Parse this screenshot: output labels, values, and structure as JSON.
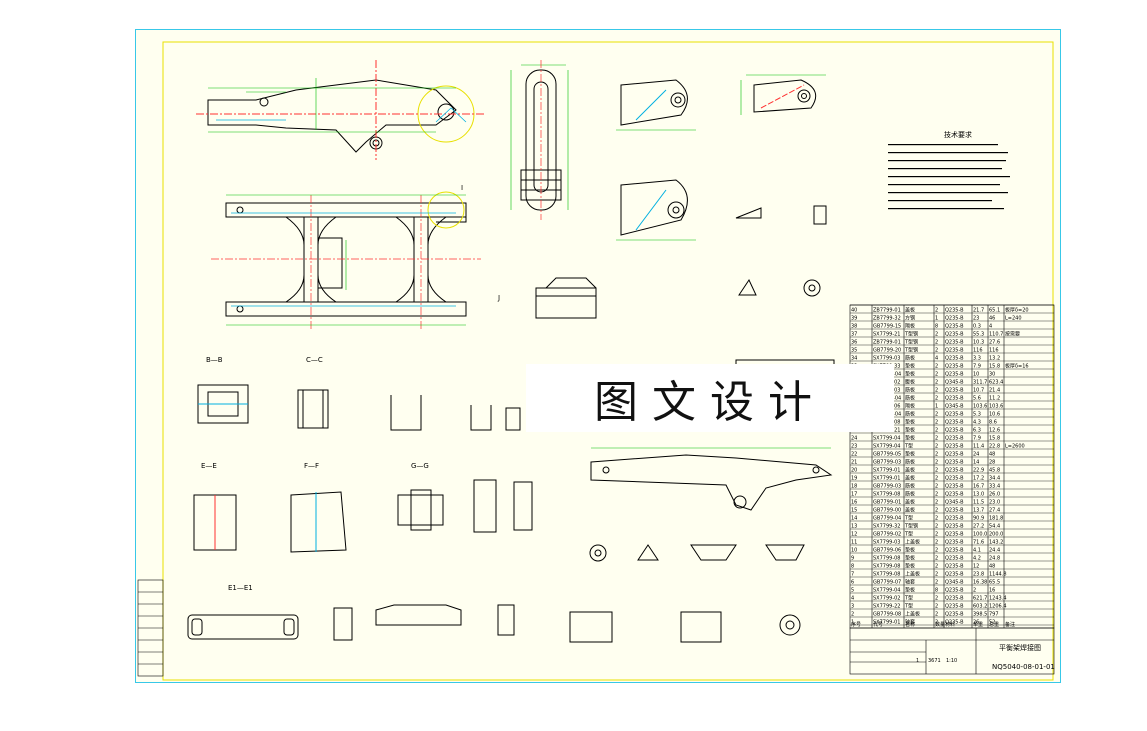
{
  "watermark": "图文设计",
  "drawing_number": "NQ5040-08-01-01",
  "title_block": {
    "assembly_name": "平衡架焊接图",
    "quantity": "1",
    "scale": "1:10",
    "weight": "3671"
  },
  "section_labels": {
    "bb": "B—B",
    "cc": "C—C",
    "ee": "E—E",
    "ff": "F—F",
    "gg": "G—G",
    "e1e1": "E1—E1",
    "jj": "J",
    "ii": "I"
  },
  "notes_title": "技术要求",
  "bom_header": [
    "序号",
    "代号",
    "名称",
    "数量",
    "材料",
    "单重",
    "总重",
    "备注"
  ],
  "bom_rows": [
    [
      "40",
      "ZB7799-01",
      "盖板",
      "2",
      "Q235-B",
      "21.7",
      "65.1",
      "板厚δ=20"
    ],
    [
      "39",
      "ZB7799-32",
      "方钢",
      "1",
      "Q235-B",
      "23",
      "46",
      "L=240"
    ],
    [
      "38",
      "GB7799-15",
      "隔板",
      "8",
      "Q235-B",
      "0.3",
      "4",
      ""
    ],
    [
      "37",
      "SX7799-21",
      "T型钢",
      "2",
      "Q235-B",
      "55.3",
      "110.7",
      "按需要"
    ],
    [
      "36",
      "ZB7799-01",
      "T型钢",
      "2",
      "Q235-B",
      "10.3",
      "27.6",
      ""
    ],
    [
      "35",
      "GB7799-20",
      "T型钢",
      "2",
      "Q235-B",
      "116",
      "116",
      ""
    ],
    [
      "34",
      "SX7799-03",
      "筋板",
      "4",
      "Q235-B",
      "3.3",
      "13.2",
      ""
    ],
    [
      "33",
      "SX7799-33",
      "垫板",
      "2",
      "Q235-B",
      "7.9",
      "15.8",
      "板厚δ=16"
    ],
    [
      "32",
      "GB7799-04",
      "垫板",
      "2",
      "Q235-B",
      "10",
      "30",
      ""
    ],
    [
      "31",
      "SX7799-02",
      "腹板",
      "2",
      "Q345-B",
      "311.7",
      "623.4",
      ""
    ],
    [
      "30",
      "SX7799-03",
      "筋板",
      "2",
      "Q235-B",
      "10.7",
      "21.4",
      ""
    ],
    [
      "29",
      "GB7799-04",
      "筋板",
      "2",
      "Q235-B",
      "5.6",
      "11.2",
      ""
    ],
    [
      "28",
      "SX7799-06",
      "隔板",
      "1",
      "Q345-B",
      "103.6",
      "103.6",
      ""
    ],
    [
      "27",
      "GB7799-04",
      "筋板",
      "2",
      "Q235-B",
      "5.3",
      "10.6",
      ""
    ],
    [
      "26",
      "SX7799-08",
      "垫板",
      "2",
      "Q235-B",
      "4.3",
      "8.6",
      ""
    ],
    [
      "25",
      "SX7799-21",
      "垫板",
      "2",
      "Q235-B",
      "6.3",
      "12.6",
      ""
    ],
    [
      "24",
      "SX7799-04",
      "垫板",
      "2",
      "Q235-B",
      "7.9",
      "15.8",
      ""
    ],
    [
      "23",
      "SX7799-04",
      "T型",
      "2",
      "Q235-B",
      "11.4",
      "22.8",
      "L=2600"
    ],
    [
      "22",
      "GB7799-05",
      "垫板",
      "2",
      "Q235-B",
      "24",
      "48",
      ""
    ],
    [
      "21",
      "GB7799-03",
      "筋板",
      "2",
      "Q235-B",
      "14",
      "28",
      ""
    ],
    [
      "20",
      "SX7799-01",
      "盖板",
      "2",
      "Q235-B",
      "22.9",
      "45.8",
      ""
    ],
    [
      "19",
      "SX7799-01",
      "盖板",
      "2",
      "Q235-B",
      "17.2",
      "34.4",
      ""
    ],
    [
      "18",
      "GB7799-03",
      "筋板",
      "2",
      "Q235-B",
      "16.7",
      "33.4",
      ""
    ],
    [
      "17",
      "SX7799-08",
      "筋板",
      "2",
      "Q235-B",
      "13.0",
      "26.0",
      ""
    ],
    [
      "16",
      "GB7799-01",
      "盖板",
      "2",
      "Q345-B",
      "11.5",
      "23.0",
      ""
    ],
    [
      "15",
      "GB7799-00",
      "盖板",
      "2",
      "Q235-B",
      "13.7",
      "27.4",
      ""
    ],
    [
      "14",
      "GB7799-04",
      "T型",
      "2",
      "Q235-B",
      "90.9",
      "181.8",
      ""
    ],
    [
      "13",
      "SX7799-32",
      "T型钢",
      "2",
      "Q235-B",
      "27.2",
      "54.4",
      ""
    ],
    [
      "12",
      "GB7799-02",
      "T型",
      "2",
      "Q235-B",
      "100.0",
      "200.0",
      ""
    ],
    [
      "11",
      "SX7799-03",
      "上盖板",
      "2",
      "Q235-B",
      "71.6",
      "143.2",
      ""
    ],
    [
      "10",
      "GB7799-06",
      "垫板",
      "2",
      "Q235-B",
      "4.1",
      "24.4",
      ""
    ],
    [
      "9",
      "SX7799-08",
      "垫板",
      "2",
      "Q235-B",
      "4.2",
      "24.8",
      ""
    ],
    [
      "8",
      "SX7799-08",
      "垫板",
      "2",
      "Q235-B",
      "12",
      "48",
      ""
    ],
    [
      "7",
      "SX7799-08",
      "上盖板",
      "2",
      "Q235-B",
      "23.8",
      "1144.8",
      ""
    ],
    [
      "6",
      "GB7799-07",
      "轴套",
      "2",
      "Q345-B",
      "16.38",
      "65.5",
      ""
    ],
    [
      "5",
      "SX7799-04",
      "垫板",
      "8",
      "Q235-B",
      "2",
      "16",
      ""
    ],
    [
      "4",
      "SX7799-02",
      "T型",
      "2",
      "Q235-B",
      "621.7",
      "1243.4",
      ""
    ],
    [
      "3",
      "SX7799-22",
      "T型",
      "2",
      "Q235-B",
      "603.2",
      "1206.4",
      ""
    ],
    [
      "2",
      "GB7799-08",
      "上盖板",
      "2",
      "Q235-B",
      "398.5",
      "797",
      ""
    ],
    [
      "1",
      "SX7799-01",
      "轴套",
      "2",
      "Q235-B",
      "26",
      "52",
      ""
    ]
  ]
}
